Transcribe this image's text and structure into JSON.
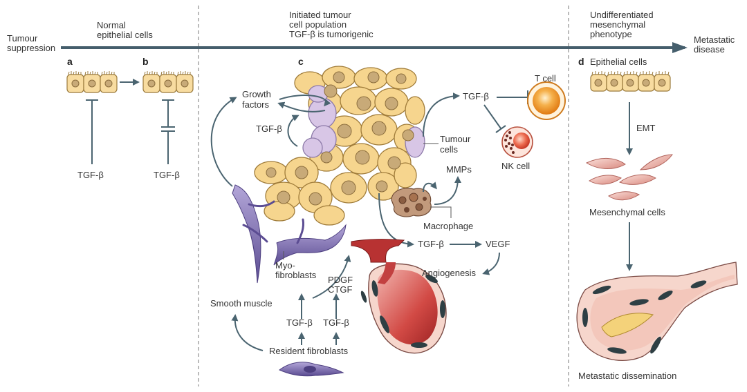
{
  "stages": {
    "normal": [
      "Normal",
      "epithelial cells"
    ],
    "initiated": [
      "Initiated tumour",
      "cell population",
      "TGF-β is tumorigenic"
    ],
    "undifferentiated": [
      "Undifferentiated",
      "mesenchymal",
      "phenotype"
    ]
  },
  "axis": {
    "left": [
      "Tumour",
      "suppression"
    ],
    "right": [
      "Metastatic",
      "disease"
    ]
  },
  "panels": {
    "a": "a",
    "b": "b",
    "c": "c",
    "d": "d"
  },
  "panel_a": {
    "signal": "TGF-β"
  },
  "panel_b": {
    "signal": "TGF-β"
  },
  "panel_c": {
    "growth_factors": [
      "Growth",
      "factors"
    ],
    "tgfb_autocrine": "TGF-β",
    "tgfb_immune": "TGF-β",
    "t_cell": "T cell",
    "nk_cell": "NK cell",
    "tumour_cells": [
      "Tumour",
      "cells"
    ],
    "mmps": "MMPs",
    "macrophage": "Macrophage",
    "tgfb_vegf": "TGF-β",
    "vegf": "VEGF",
    "angiogenesis": "Angiogenesis",
    "myofibroblasts": [
      "Myo-",
      "fibroblasts"
    ],
    "pdgf_ctgf": [
      "PDGF",
      "CTGF"
    ],
    "smooth_muscle": "Smooth muscle",
    "tgfb_fib_1": "TGF-β",
    "tgfb_fib_2": "TGF-β",
    "resident_fibroblasts": "Resident fibroblasts"
  },
  "panel_d": {
    "epithelial": "Epithelial cells",
    "emt": "EMT",
    "mesenchymal": "Mesenchymal cells",
    "metastatic": "Metastatic dissemination"
  },
  "colors": {
    "arrow": "#4a6470",
    "epithelial_fill": "#f8dca0",
    "epithelial_stroke": "#9a7a3c",
    "nucleus": "#c8aa78",
    "tumour_fill": "#f6d58e",
    "tumour_purple": "#d8c6e6",
    "fibroblast": "#7e6fb0",
    "vessel_red": "#c53b3b",
    "vessel_wall": "#f0d2c8",
    "t_cell": "#f0961e",
    "nk_cell": "#e0503a",
    "macrophage": "#a67658",
    "mesenchymal_cell": "#e8a89c"
  }
}
